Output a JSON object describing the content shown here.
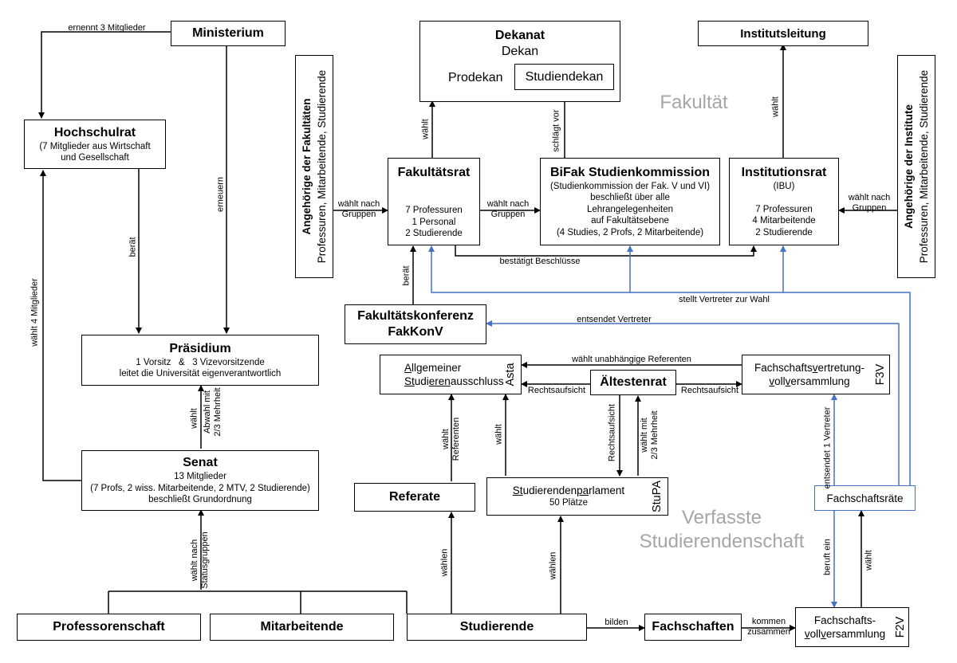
{
  "sections": {
    "fakultaet": "Fakultät",
    "verfasste_1": "Verfasste",
    "verfasste_2": "Studierendenschaft"
  },
  "boxes": {
    "ministerium": "Ministerium",
    "hochschulrat": {
      "title": "Hochschulrat",
      "line1": "(7 Mitglieder aus Wirtschaft",
      "line2": "und Gesellschaft"
    },
    "praesidium": {
      "title": "Präsidium",
      "line1a": "1 Vorsitz",
      "amp": "&",
      "line1b": "3 Vizevorsitzende",
      "line2": "leitet die Universität eigenverantwortlich"
    },
    "senat": {
      "title": "Senat",
      "line1": "13 Mitglieder",
      "line2": "(7 Profs, 2 wiss. Mitarbeitende, 2 MTV, 2 Studierende)",
      "line3": "beschließt Grundordnung"
    },
    "professorenschaft": "Professorenschaft",
    "mitarbeitende": "Mitarbeitende",
    "studierende": "Studierende",
    "dekanat": {
      "title": "Dekanat",
      "dekan": "Dekan",
      "prodekan": "Prodekan",
      "studiendekan": "Studiendekan"
    },
    "institutsleitung": "Institutsleitung",
    "fakultaetsrat": {
      "title": "Fakultätsrat",
      "line1": "7 Professuren",
      "line2": "1 Personal",
      "line3": "2 Studierende"
    },
    "studienkommission": {
      "title": "BiFak Studienkommission",
      "line1": "(Studienkommission der Fak. V und VI)",
      "line2": "beschließt über alle",
      "line3": "Lehrangelegenheiten",
      "line4": "auf Fakultätsebene",
      "line5": "(4 Studies, 2 Profs, 2 Mitarbeitende)"
    },
    "institutionsrat": {
      "title": "Institutionsrat",
      "line1": "(IBU)",
      "line2": "7 Professuren",
      "line3": "4 Mitarbeitende",
      "line4": "2 Studierende"
    },
    "angehoerige_fak": {
      "line1": "Angehörige der Fakultäten",
      "line2": "Professuren, Mitarbeitende, Studierende"
    },
    "angehoerige_inst": {
      "line1": "Angehörige der Institute",
      "line2": "Professuren, Mitarbeitende, Studierende"
    },
    "fakkonv": {
      "line1": "Fakultätskonferenz",
      "line2": "FakKonV"
    },
    "asta": {
      "w1a": "A",
      "w1b": "llgemeiner",
      "w2a": "St",
      "w2b": "udi",
      "w2c": "eren",
      "w2d": "au",
      "w2e": "sschluss",
      "tag": "Asta"
    },
    "aeltestenrat": "Ältestenrat",
    "f3v": {
      "w1a": "Fachschafts",
      "w1b": "v",
      "w1c": "ertretung",
      "w1d": "-",
      "w2a": "v",
      "w2b": "oll",
      "w2c": "v",
      "w2d": "ersammlung",
      "tag": "F3V"
    },
    "referate": "Referate",
    "stupa": {
      "w1a": "St",
      "w1b": "udierenden",
      "w1c": "pa",
      "w1d": "rlamen",
      "w1e": "t",
      "line2": "50 Plätze",
      "tag": "StuPA"
    },
    "fachschaftsraete": "Fachschaftsräte",
    "fachschaften": "Fachschaften",
    "f2v": {
      "line1": "Fachschafts-",
      "w2a": "v",
      "w2b": "oll",
      "w2c": "v",
      "w2d": "ersammlung",
      "tag": "F2V"
    }
  },
  "labels": {
    "ernennt": "ernennt 3 Mitglieder",
    "erneuern": "erneuern",
    "beraet_hsr": "berät",
    "waehlt4": "wählt 4 Mitglieder",
    "waehlt_praes": "wählt",
    "abwahl_1": "Abwahl mit",
    "abwahl_2": "2/3 Mehrheit",
    "statusgruppen_1": "wählt nach",
    "statusgruppen_2": "Statusgruppen",
    "waehlt_dekanat": "wählt",
    "schlaegt_vor": "schlägt vor",
    "waehlt_inst": "wählt",
    "waehlt_gruppen_left_1": "wählt nach",
    "waehlt_gruppen_left_2": "Gruppen",
    "waehlt_gruppen_mid_1": "wählt nach",
    "waehlt_gruppen_mid_2": "Gruppen",
    "waehlt_gruppen_right_1": "wählt nach",
    "waehlt_gruppen_right_2": "Gruppen",
    "bestaetigt": "bestätigt Beschlüsse",
    "beraet_fak": "berät",
    "stellt_vertreter": "stellt Vertreter zur Wahl",
    "entsendet_vertreter": "entsendet Vertreter",
    "waehlt_unabh": "wählt unabhängige Referenten",
    "rechtsaufsicht_left": "Rechtsaufsicht",
    "rechtsaufsicht_right": "Rechtsaufsicht",
    "rechtsaufsicht_vert": "Rechtsaufsicht",
    "waehlt_mit_1": "wählt mit",
    "waehlt_mit_2": "2/3 Mehrheit",
    "waehlt_ref_1": "wählt",
    "waehlt_ref_2": "Referenten",
    "waehlt_asta": "wählt",
    "waehlen_ref": "wählen",
    "waehlen_stupa": "wählen",
    "entsendet_1_vertreter": "entsendet 1 Vertreter",
    "beruft_ein": "beruft ein",
    "waehlt_fsr": "wählt",
    "bilden": "bilden",
    "kommen_1": "kommen",
    "kommen_2": "zusammen"
  }
}
